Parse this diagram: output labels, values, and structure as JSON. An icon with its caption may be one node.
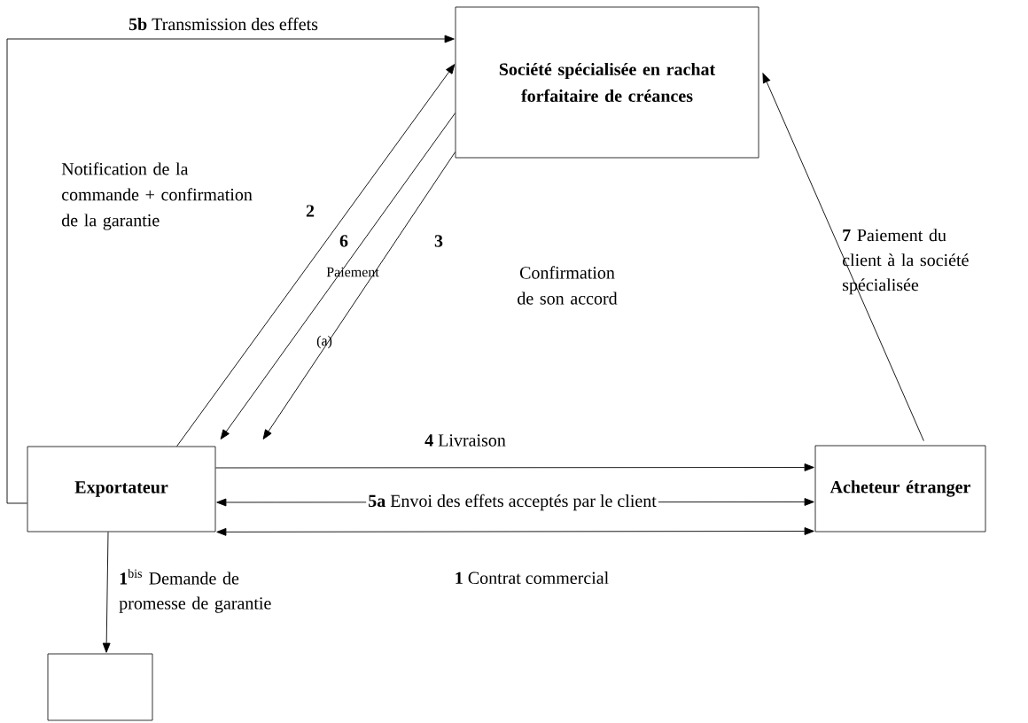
{
  "diagram": {
    "nodes": [
      {
        "text": [
          "Société spécialisée en rachat forfaitaire de créances"
        ]
      },
      {
        "text": [
          "Exportateur"
        ]
      },
      {
        "text": [
          "Acheteur étranger"
        ]
      },
      {
        "text": [],
        "shape": "box"
      }
    ],
    "edges": [
      {
        "from": 1,
        "to": 0,
        "arrow": "to",
        "label": "**5b** Transmission des effets"
      },
      {
        "from": 1,
        "to": 0,
        "arrow": "to",
        "label": "2"
      },
      {
        "from": 0,
        "to": 1,
        "arrow": "to",
        "label": "6"
      },
      {
        "from": 0,
        "to": 1,
        "arrow": "to",
        "label": "3"
      },
      {
        "from": 1,
        "to": 2,
        "arrow": "to",
        "label": "**4** Livraison"
      },
      {
        "from": 1,
        "to": 2,
        "arrow": "both",
        "label": "**5a** Envoi des effets acceptés par le client"
      },
      {
        "from": 1,
        "to": 2,
        "arrow": "both",
        "label": "**1** Contrat commercial"
      },
      {
        "from": 1,
        "to": 3,
        "arrow": "to",
        "label": "**1**$^{bis}$ Demande de promesse de garantie"
      },
      {
        "from": 2,
        "to": 0,
        "arrow": "to",
        "label": "**7** Paiement du client à la société spécialisée"
      }
    ],
    "labels": [
      "Notification de la commande + confirmation de la garantie",
      "Paiement",
      "Confirmation de son accord",
      "(a)"
    ]
  }
}
